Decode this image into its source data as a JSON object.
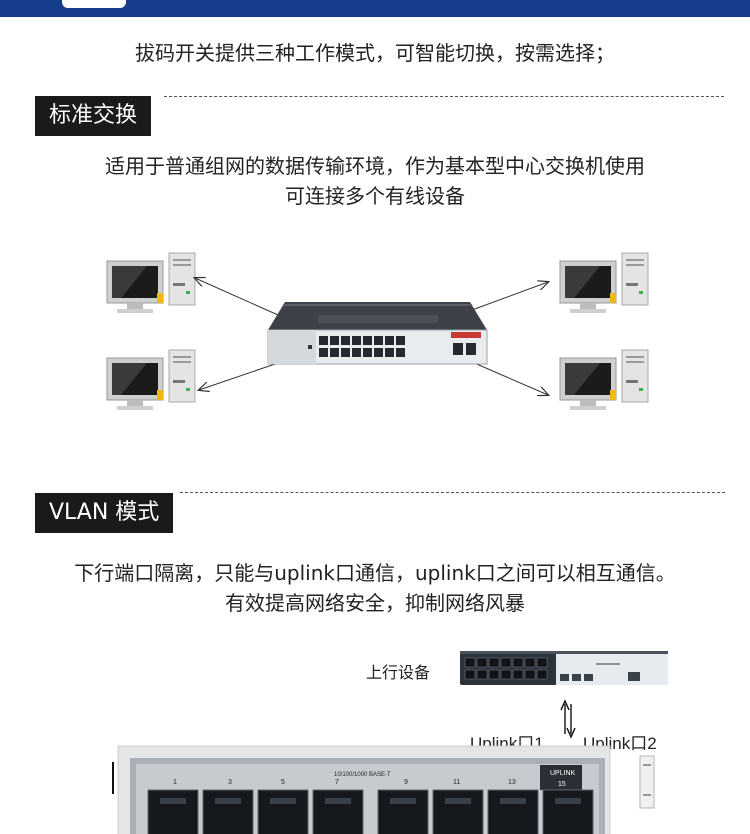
{
  "intro": "拔码开关提供三种工作模式，可智能切换，按需选择；",
  "sections": [
    {
      "title": "标准交换",
      "lines": [
        "适用于普通组网的数据传输环境，作为基本型中心交换机使用",
        "可连接多个有线设备"
      ]
    },
    {
      "title": "VLAN 模式",
      "lines": [
        "下行端口隔离，只能与uplink口通信，uplink口之间可以相互通信。",
        "有效提高网络安全，抑制网络风暴"
      ]
    }
  ],
  "diagram2": {
    "upstream_label": "上行设备",
    "uplink1": "Uplink口1",
    "uplink2": "Uplink口2",
    "panel_header": "10/100/1000 BASE-T",
    "uplink_box_label": "UPLINK",
    "uplink_box_num": "15",
    "port_numbers": [
      "1",
      "3",
      "5",
      "7",
      "9",
      "11",
      "13"
    ]
  },
  "colors": {
    "topbar": "#163d8c",
    "section_bg": "#1a1a1a",
    "port_led_green": "#3cb24a",
    "pc_accent": "#f2b80f"
  }
}
